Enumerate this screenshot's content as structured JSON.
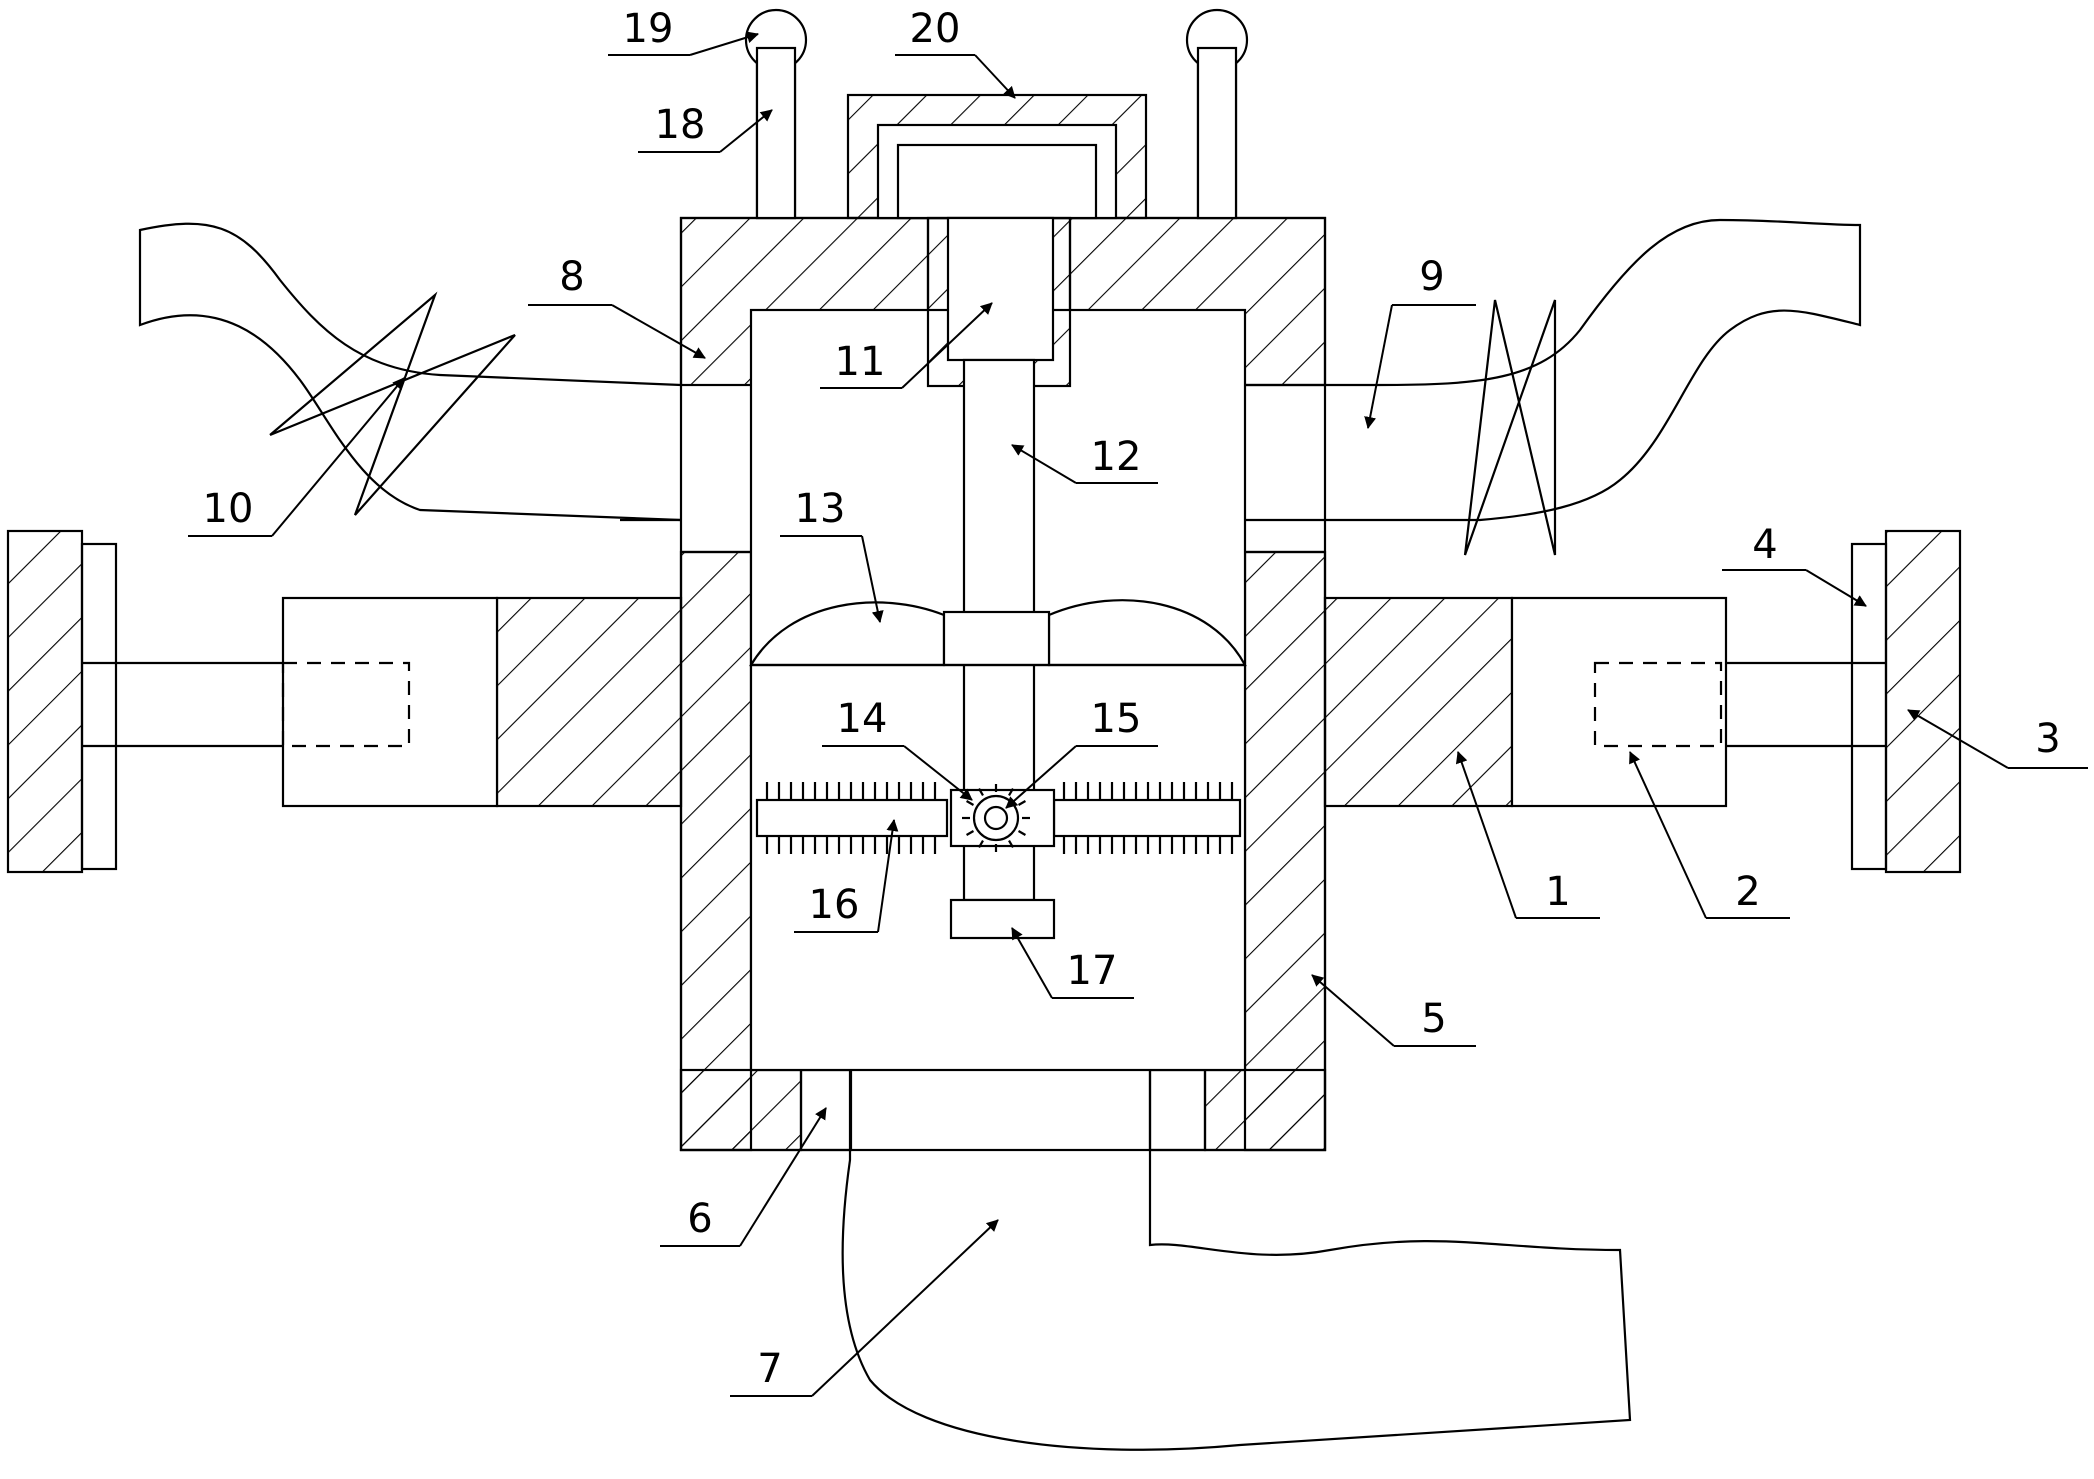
{
  "figure": {
    "background": "#ffffff",
    "line_color": "#000000",
    "callouts": [
      {
        "id": "c1",
        "label": "1"
      },
      {
        "id": "c2",
        "label": "2"
      },
      {
        "id": "c3",
        "label": "3"
      },
      {
        "id": "c4",
        "label": "4"
      },
      {
        "id": "c5",
        "label": "5"
      },
      {
        "id": "c6",
        "label": "6"
      },
      {
        "id": "c7",
        "label": "7"
      },
      {
        "id": "c8",
        "label": "8"
      },
      {
        "id": "c9",
        "label": "9"
      },
      {
        "id": "c10",
        "label": "10"
      },
      {
        "id": "c11",
        "label": "11"
      },
      {
        "id": "c12",
        "label": "12"
      },
      {
        "id": "c13",
        "label": "13"
      },
      {
        "id": "c14",
        "label": "14"
      },
      {
        "id": "c15",
        "label": "15"
      },
      {
        "id": "c16",
        "label": "16"
      },
      {
        "id": "c17",
        "label": "17"
      },
      {
        "id": "c18",
        "label": "18"
      },
      {
        "id": "c19",
        "label": "19"
      },
      {
        "id": "c20",
        "label": "20"
      }
    ]
  }
}
